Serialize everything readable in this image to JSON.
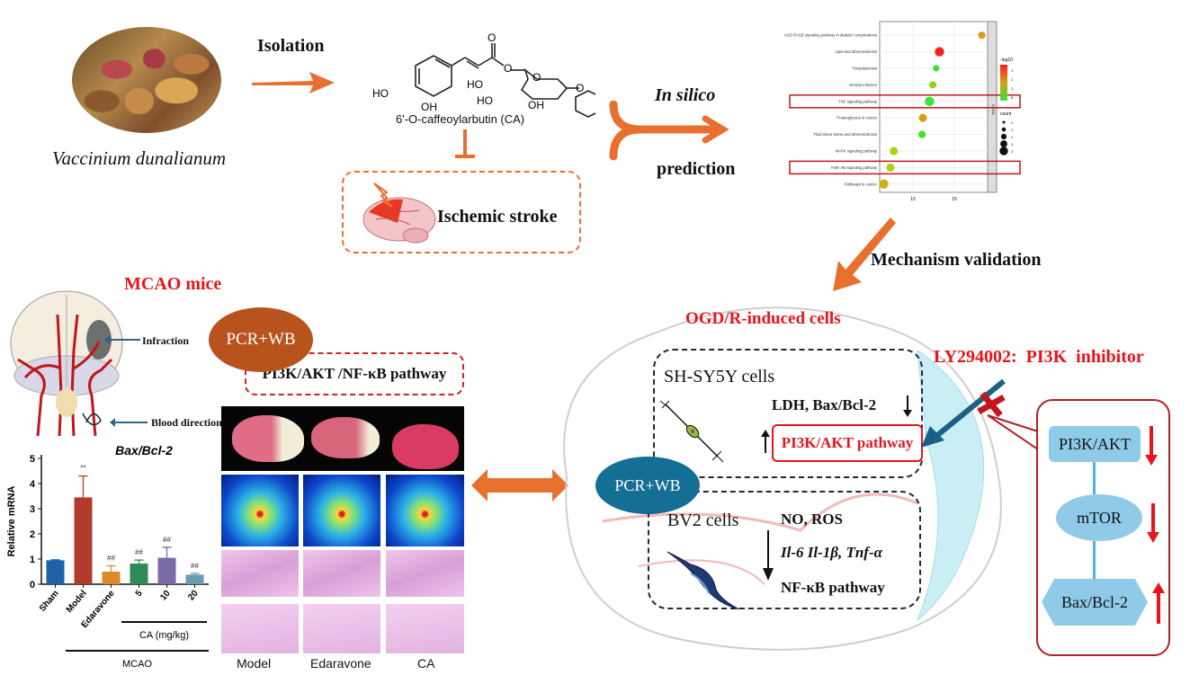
{
  "top": {
    "plant_caption": "Vaccinium dunalianum",
    "isolation_label": "Isolation",
    "compound_name": "6'-O-caffeoylarbutin (CA)",
    "compound_atoms": [
      "HO",
      "OH",
      "O",
      "O",
      "HO",
      "HO",
      "O",
      "OH",
      "O",
      "OH"
    ],
    "disease_label": "Ischemic stroke",
    "in_silico_label": "In silico",
    "prediction_label": "prediction",
    "mechanism_label": "Mechanism validation"
  },
  "chart_data": {
    "type": "scatter",
    "title": "",
    "xlabel": "",
    "ylabel": "",
    "facet_label": "KEGG",
    "xlim": [
      6,
      19
    ],
    "xticks": [
      10,
      15
    ],
    "categories": [
      "AGE-RAGE signaling pathway in diabetic complications",
      "Lipid and atherosclerosis",
      "Toxoplasmosis",
      "Yersinia infection",
      "TNF signaling pathway",
      "Proteoglycans in cancer",
      "Fluid shear stress and atherosclerosis",
      "MAPK signaling pathway",
      "PI3K-Akt signaling pathway",
      "Pathways in cancer"
    ],
    "x": [
      18.3,
      13.2,
      12.8,
      12.4,
      12.0,
      11.2,
      11.1,
      7.7,
      7.3,
      6.5
    ],
    "count": [
      1.3,
      2,
      1,
      1.3,
      2,
      1.6,
      1.3,
      1.6,
      1.6,
      2
    ],
    "color": [
      "#d4a017",
      "#f5221b",
      "#3fe02a",
      "#8ad61f",
      "#2ee83a",
      "#d4a017",
      "#3fe02a",
      "#a8d418",
      "#b3cc14",
      "#c8b512"
    ],
    "highlighted": [
      "TNF signaling pathway",
      "PI3K-Akt signaling pathway"
    ],
    "legend_color_title": "-log10",
    "legend_color_ticks": [
      "1",
      "1",
      "1",
      "8"
    ],
    "legend_size_title": "count",
    "legend_size_ticks": [
      "1",
      "1",
      "1",
      "1",
      "2"
    ],
    "legend_position": "right"
  },
  "mcao": {
    "title": "MCAO mice",
    "infraction_label": "Infraction",
    "blood_label": "Blood direction",
    "pcr_label": "PCR+WB",
    "pathway_label": "PI3K/AKT /NF-κB pathway",
    "group_labels": [
      "Model",
      "Edaravone",
      "CA"
    ]
  },
  "bar_chart": {
    "type": "bar",
    "title": "Bax/Bcl-2",
    "ylabel": "Relative mRNA",
    "ylim": [
      0,
      5
    ],
    "yticks": [
      "0",
      "1",
      "2",
      "3",
      "4",
      "5"
    ],
    "categories": [
      "Sham",
      "Model",
      "Edaravone",
      "5",
      "10",
      "20"
    ],
    "values": [
      0.95,
      3.45,
      0.5,
      0.82,
      1.05,
      0.38
    ],
    "errors": [
      0.02,
      0.85,
      0.23,
      0.14,
      0.42,
      0.05
    ],
    "annotations": [
      "",
      "**",
      "##",
      "##",
      "##",
      "##"
    ],
    "colors": [
      "#1f63a6",
      "#b23a2a",
      "#dd8a2a",
      "#2e8b57",
      "#7a6aa8",
      "#6b9bb3"
    ],
    "group1_label": "CA (mg/kg)",
    "group2_label": "MCAO"
  },
  "cells": {
    "title": "OGD/R-induced cells",
    "sh_title": "SH-SY5Y cells",
    "sh_down": "LDH, Bax/Bcl-2",
    "sh_up": "PI3K/AKT pathway",
    "bv_title": "BV2 cells",
    "bv_items": [
      "NO, ROS",
      "Il-6 Il-1β, Tnf-α",
      "NF-κB pathway"
    ],
    "pcr_label": "PCR+WB"
  },
  "inhibitor": {
    "label": "LY294002:  PI3K  inhibitor",
    "nodes": [
      "PI3K/AKT",
      "mTOR",
      "Bax/Bcl-2"
    ],
    "directions": [
      "down",
      "down",
      "up"
    ]
  }
}
